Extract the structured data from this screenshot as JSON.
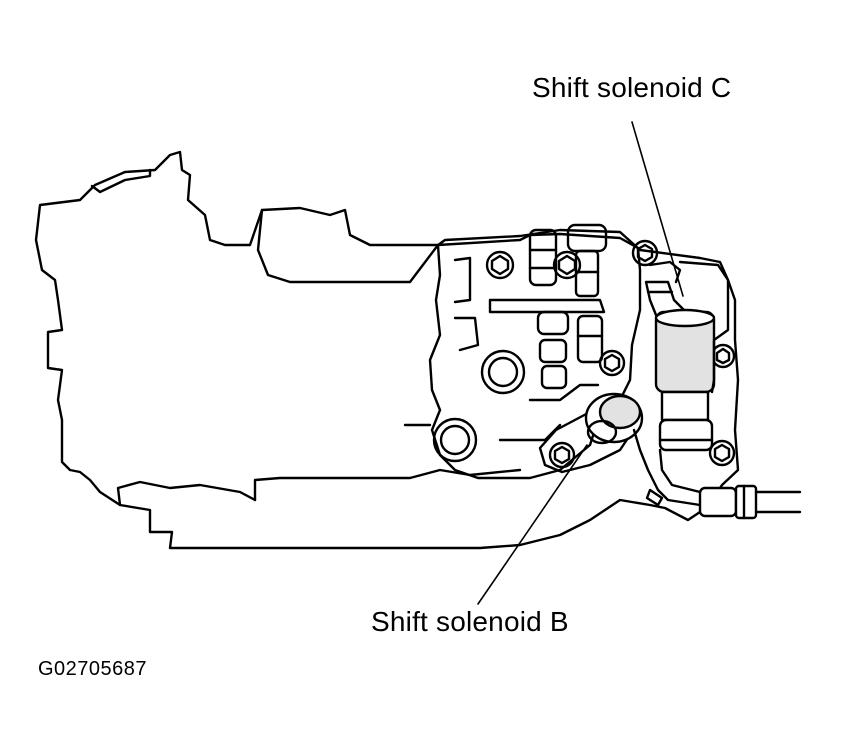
{
  "labels": {
    "solenoid_c": "Shift solenoid C",
    "solenoid_b": "Shift solenoid B"
  },
  "figure_id": "G02705687",
  "colors": {
    "line": "#000000",
    "background": "#ffffff",
    "solenoid_shade": "#e2e2e2"
  }
}
